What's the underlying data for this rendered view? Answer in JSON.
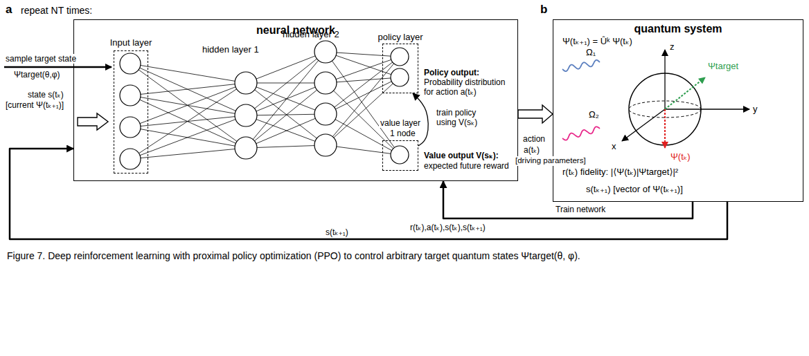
{
  "diagram": {
    "caption": "Figure 7. Deep reinforcement learning with proximal policy optimization (PPO) to control arbitrary target quantum states Ψtarget(θ, φ).",
    "nodes": [
      {
        "text": [
          "neural network"
        ]
      },
      {
        "text": [
          "Input layer"
        ],
        "in": 0
      },
      {
        "text": [
          "policy layer"
        ],
        "in": 0
      },
      {
        "text": [
          "value layer",
          "1 node"
        ],
        "in": 0
      },
      {
        "text": [
          "quantum system"
        ]
      }
    ],
    "edges": [
      {
        "from": 3,
        "to": 2,
        "arrow": "to",
        "label": "train policy using V(sₖ)"
      },
      {
        "from": 0,
        "to": 4,
        "arrow": "to",
        "label": "action"
      },
      {
        "from": 4,
        "to": 0,
        "arrow": "to",
        "label": "Train network"
      },
      {
        "from": 4,
        "to": 0,
        "arrow": "to",
        "label": "s(tₖ₊₁)"
      }
    ],
    "labels": [
      "a",
      "repeat NT times:",
      "hidden layer 1",
      "hidden layer 2",
      "sample target state",
      "Ψtarget(θ,φ)",
      "state s(tₖ)",
      "[current Ψ(tₖ₊₁)]",
      "Policy output:",
      "Probability distribution for action a(tₖ)",
      "Value output V(sₖ):",
      "expected future reward",
      "a(tₖ)",
      "[driving parameters]",
      "b",
      "Ψ(tₖ₊₁) = Ûᵏ Ψ(tₖ)",
      "Ω₁",
      "Ω₂",
      "z",
      "y",
      "x",
      "Ψtarget",
      "Ψ(tₖ)",
      "r(tₖ) fidelity: |⟨Ψ(tₖ)|Ψtarget⟩|²",
      "s(tₖ₊₁) [vector of Ψ(tₖ₊₁)]",
      "r(tₖ),a(tₖ),s(tₖ),s(tₖ₊₁)"
    ]
  }
}
